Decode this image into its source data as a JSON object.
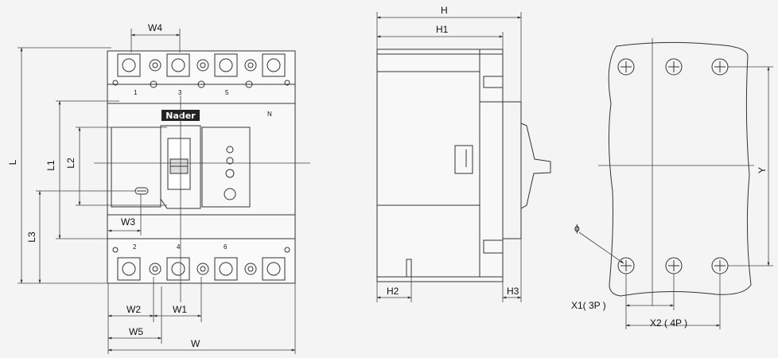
{
  "front_view": {
    "brand": "Nader",
    "terminal_top": [
      "1",
      "3",
      "5"
    ],
    "terminal_bottom": [
      "2",
      "4",
      "6"
    ],
    "neutral_label": "N",
    "dims": {
      "W4": "W4",
      "L": "L",
      "L1": "L1",
      "L2": "L2",
      "L3": "L3",
      "W3": "W3",
      "W2": "W2",
      "W1": "W1",
      "W5": "W5",
      "W": "W"
    }
  },
  "side_view": {
    "dims": {
      "H": "H",
      "H1": "H1",
      "H2": "H2",
      "H3": "H3"
    }
  },
  "mounting_view": {
    "dims": {
      "phi": "ϕ",
      "Y": "Y",
      "X1": "X1( 3P )",
      "X2": "X2 ( 4P )"
    }
  }
}
